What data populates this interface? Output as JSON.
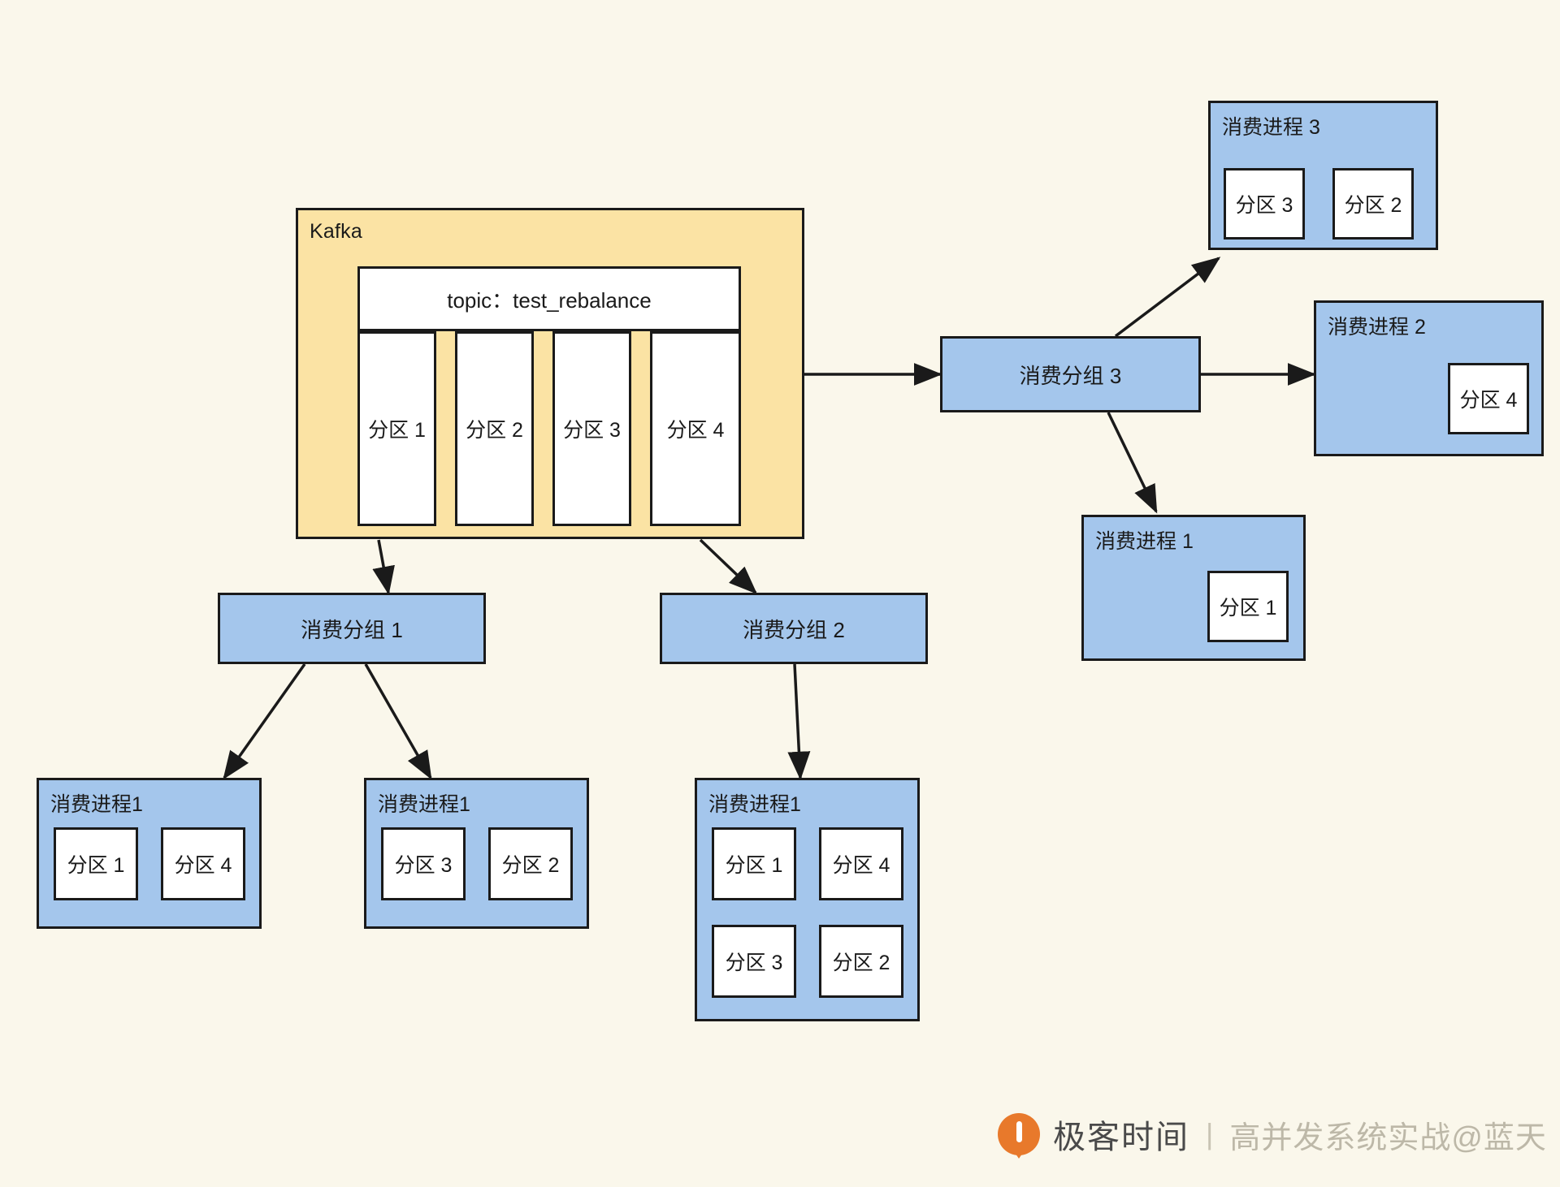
{
  "diagram": {
    "title": "Kafka consumer group rebalance",
    "background_color": "#FAF7EB",
    "kafka_fill": "#FBE3A4",
    "consumer_fill": "#A4C6EC",
    "box_fill": "#FFFFFF",
    "stroke": "#1A1A1A"
  },
  "kafka": {
    "label": "Kafka",
    "topic": "topic：test_rebalance",
    "partitions": [
      "分区 1",
      "分区 2",
      "分区 3",
      "分区 4"
    ]
  },
  "groups": {
    "group1": {
      "label": "消费分组 1"
    },
    "group2": {
      "label": "消费分组 2"
    },
    "group3": {
      "label": "消费分组 3"
    }
  },
  "processes": {
    "g1_p1": {
      "label": "消费进程1",
      "partitions": [
        "分区 1",
        "分区 4"
      ]
    },
    "g1_p2": {
      "label": "消费进程1",
      "partitions": [
        "分区 3",
        "分区 2"
      ]
    },
    "g2_p1": {
      "label": "消费进程1",
      "partitions": [
        "分区 1",
        "分区 4",
        "分区 3",
        "分区 2"
      ]
    },
    "g3_p1": {
      "label": "消费进程 1",
      "partitions": [
        "分区 1"
      ]
    },
    "g3_p2": {
      "label": "消费进程 2",
      "partitions": [
        "分区 4"
      ]
    },
    "g3_p3": {
      "label": "消费进程 3",
      "partitions": [
        "分区 3",
        "分区 2"
      ]
    }
  },
  "watermark": {
    "brand": "极客时间",
    "divider": "|",
    "subtitle": "高并发系统实战@蓝天",
    "logo_color": "#E8792B"
  }
}
